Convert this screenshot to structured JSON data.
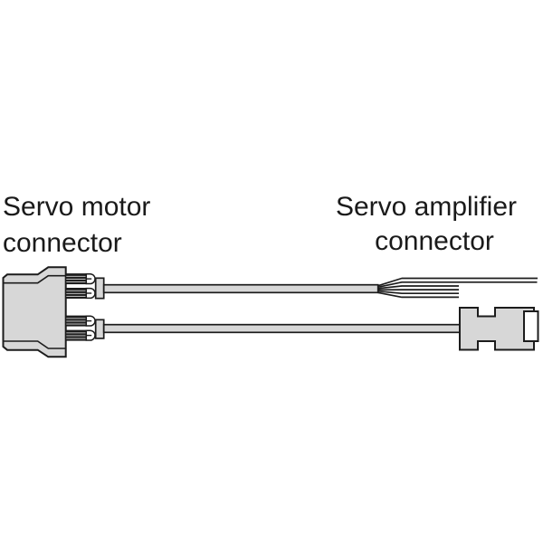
{
  "labels": {
    "servo_motor_connector": {
      "line1": "Servo motor",
      "line2": "connector"
    },
    "servo_amplifier_connector": {
      "line1": "Servo amplifier",
      "line2": "connector"
    }
  },
  "colors": {
    "background": "#ffffff",
    "body_fill": "#d7d7d7",
    "outline": "#1c1c1c",
    "wire_dark": "#1f1f1f",
    "wire_light": "#c8c8c8",
    "terminal_fill": "#ffffff",
    "text": "#1a1a1a"
  },
  "diagram": {
    "type": "cable-assembly",
    "left_end": "servo-motor-connector",
    "right_ends": [
      "frayed-wire-ends",
      "servo-amplifier-connector"
    ],
    "cable_count": 2,
    "pin_bundle_count": 4,
    "frayed_wire_count": 6
  }
}
